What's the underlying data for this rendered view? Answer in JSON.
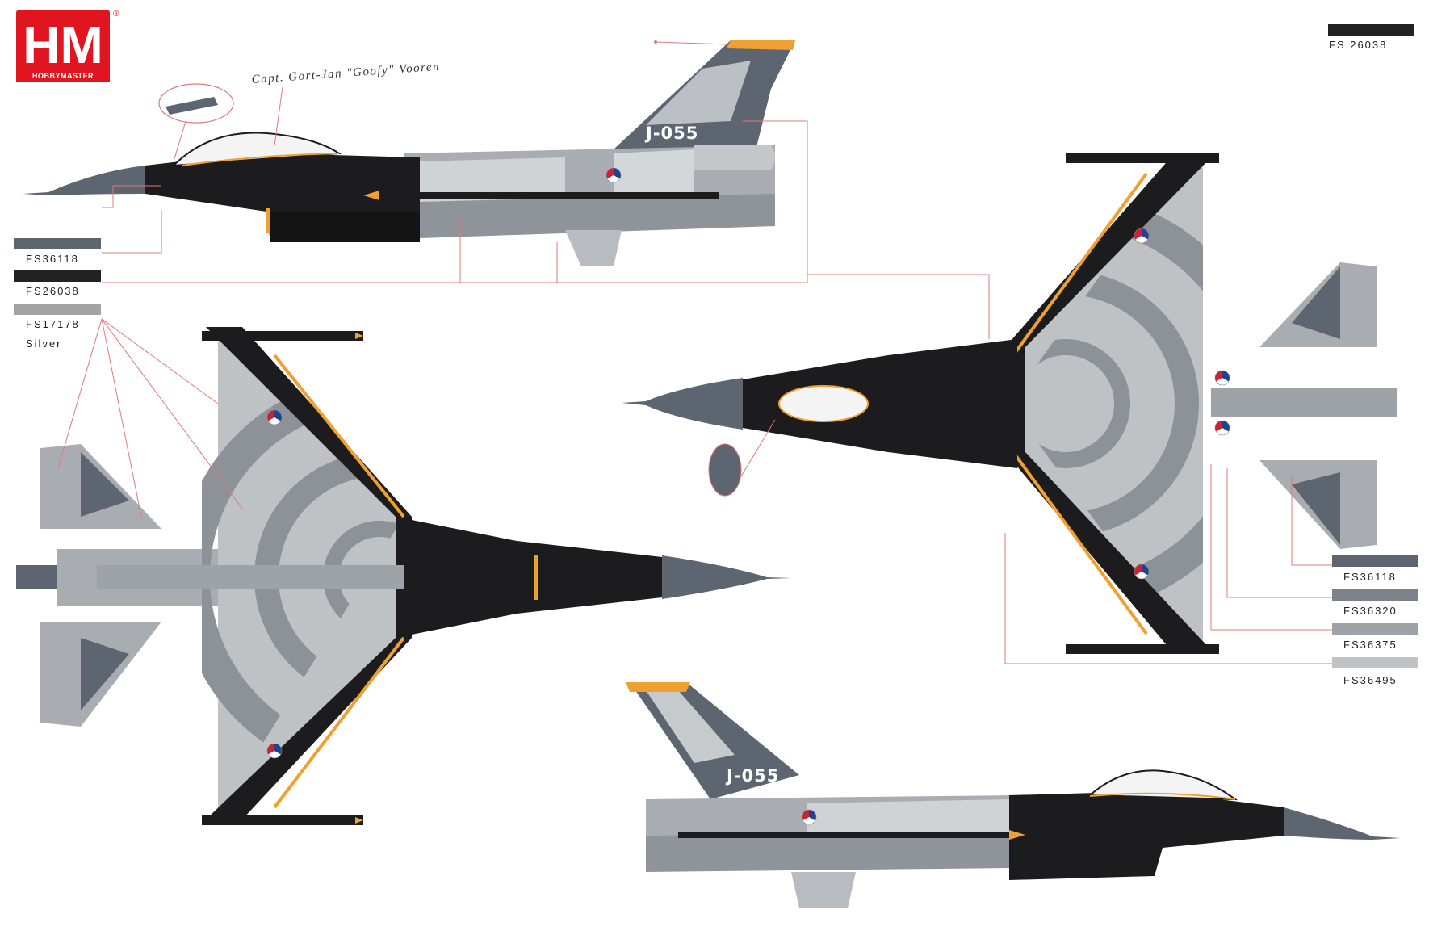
{
  "brand": {
    "logo_letters": "HM",
    "logo_reg": "®",
    "logo_name": "HOBBYMASTER",
    "red": "#e0151f"
  },
  "aircraft": {
    "serial": "J-055",
    "pilot": "Capt. Gort-Jan \"Goofy\" Vooren"
  },
  "swatches": {
    "top_right": {
      "label": "FS 26038",
      "color": "#222222"
    },
    "left": [
      {
        "label": "FS36118",
        "color": "#5c6570"
      },
      {
        "label": "FS26038",
        "color": "#222222"
      },
      {
        "label": "FS17178",
        "color": "#a3a3a3"
      }
    ],
    "silver_label": "Silver",
    "right": [
      {
        "label": "FS36118",
        "color": "#5c6570"
      },
      {
        "label": "FS36320",
        "color": "#7c828a"
      },
      {
        "label": "FS36375",
        "color": "#9da3a9"
      },
      {
        "label": "FS36495",
        "color": "#c1c4c7"
      }
    ]
  },
  "palette": {
    "black": "#1c1c1e",
    "dark_grey": "#5c6570",
    "mid_grey": "#868c93",
    "light_grey": "#b8bcc0",
    "pale_grey": "#d6d8da",
    "orange": "#f0a030",
    "leader_line": "#e07878"
  },
  "icons": [
    "roundel-icon",
    "canopy-detail-icon",
    "hatch-detail-icon"
  ]
}
